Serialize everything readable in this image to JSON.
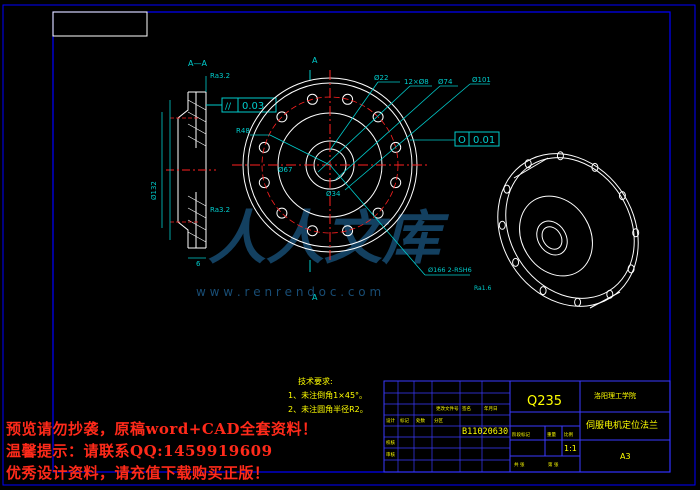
{
  "section_label": "A—A",
  "cut_mark": "A",
  "roughness": {
    "r1": "Ra3.2",
    "r2": "Ra3.2",
    "r3": "Ra1.6"
  },
  "tolerance_parallel": {
    "symbol": "//",
    "value": "0.03"
  },
  "tolerance_circularity": {
    "symbol": "O",
    "value": "0.01"
  },
  "dims": {
    "d1": "Ø22",
    "d2": "12×Ø8",
    "d3": "Ø74",
    "d4": "Ø101",
    "d5": "R48",
    "d6": "Ø132",
    "d7": "Ø67",
    "d8": "Ø34",
    "d9": "6",
    "d10": "Ø166 2-RSH6"
  },
  "tech_req": {
    "title": "技术要求:",
    "items": [
      "1、未注倒角1×45°。",
      "2、未注圆角半径R2。"
    ]
  },
  "watermark": {
    "text": "人人文库",
    "url": "w w w . r e n r e n d o c . c o m"
  },
  "title_block": {
    "material": "Q235",
    "school": "洛阳理工学院",
    "drawing_number": "B11020630",
    "part_name": "伺服电机定位法兰",
    "scale": "1:1",
    "sheet": "A3",
    "labels": [
      "设计",
      "校核",
      "审核",
      "标记",
      "处数",
      "分区",
      "更改文件号",
      "签名",
      "年月日",
      "阶段标记",
      "重量",
      "比例",
      "共 张",
      "第 张"
    ]
  },
  "overlay_lines": [
    "预览请勿抄袭，原稿word+CAD全套资料！",
    "温馨提示：请联系QQ:1459919609",
    "优秀设计资料，请充值下载购买正版！"
  ],
  "colors": {
    "background": "#000000",
    "frame": "#0000ff",
    "geometry": "#ffffff",
    "dimension": "#00cccc",
    "centerline": "#ff2020",
    "title_text": "#ffff00",
    "title_lines": "#3a3aff",
    "overlay": "#ff2a1a",
    "watermark": "#1e5f8f"
  }
}
